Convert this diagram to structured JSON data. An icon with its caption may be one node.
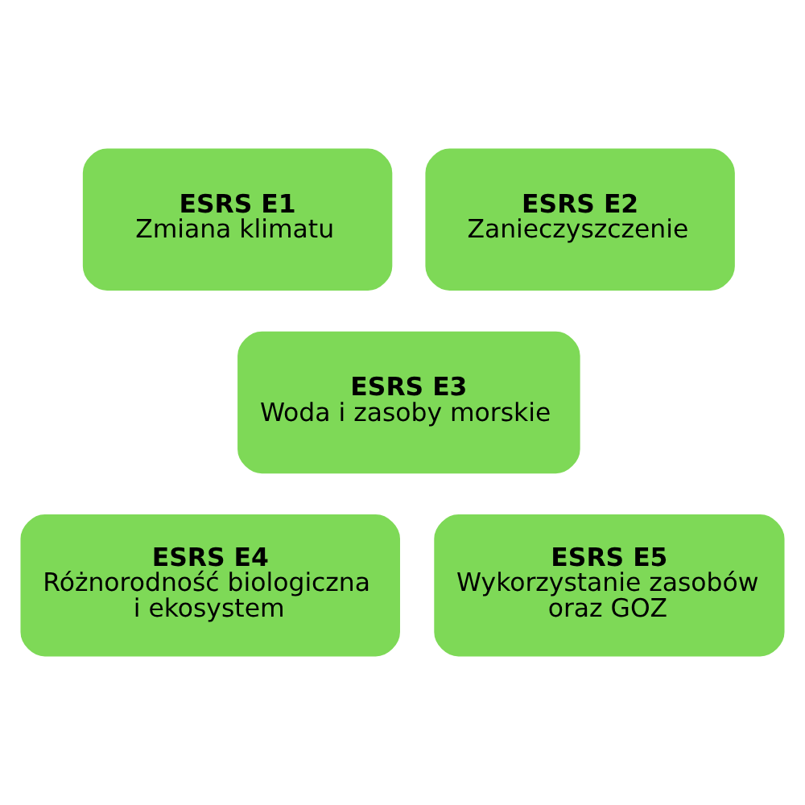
{
  "diagram": {
    "nodes": [
      {
        "text": [
          "ESRS E1",
          "Zmiana klimatu"
        ]
      },
      {
        "text": [
          "ESRS E2",
          "Zanieczyszczenie"
        ]
      },
      {
        "text": [
          "ESRS E3",
          "Woda i zasoby morskie"
        ]
      },
      {
        "text": [
          "ESRS E4",
          "Różnorodność biologiczna i ekosystem"
        ]
      },
      {
        "text": [
          "ESRS E5",
          "Wykorzystanie zasobów oraz GOZ"
        ]
      }
    ]
  }
}
